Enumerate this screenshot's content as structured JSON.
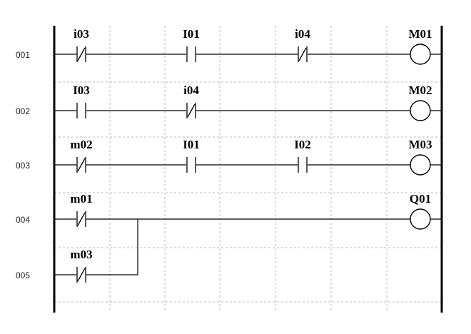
{
  "diagram": {
    "rungs": [
      {
        "number": "001",
        "elements": [
          {
            "kind": "contact",
            "type": "NC",
            "label": "i03"
          },
          {
            "kind": "contact",
            "type": "NO",
            "label": "I01"
          },
          {
            "kind": "contact",
            "type": "NC",
            "label": "i04"
          },
          {
            "kind": "coil",
            "label": "M01"
          }
        ]
      },
      {
        "number": "002",
        "elements": [
          {
            "kind": "contact",
            "type": "NO",
            "label": "I03"
          },
          {
            "kind": "contact",
            "type": "NC",
            "label": "i04"
          },
          {
            "kind": "coil",
            "label": "M02"
          }
        ]
      },
      {
        "number": "003",
        "elements": [
          {
            "kind": "contact",
            "type": "NC",
            "label": "m02"
          },
          {
            "kind": "contact",
            "type": "NO",
            "label": "I01"
          },
          {
            "kind": "contact",
            "type": "NO",
            "label": "I02"
          },
          {
            "kind": "coil",
            "label": "M03"
          }
        ]
      },
      {
        "number": "004",
        "elements": [
          {
            "kind": "contact",
            "type": "NC",
            "label": "m01"
          },
          {
            "kind": "coil",
            "label": "Q01"
          }
        ]
      },
      {
        "number": "005",
        "elements": [
          {
            "kind": "contact",
            "type": "NC",
            "label": "m03"
          }
        ],
        "branch_to_rung": "004"
      }
    ]
  }
}
